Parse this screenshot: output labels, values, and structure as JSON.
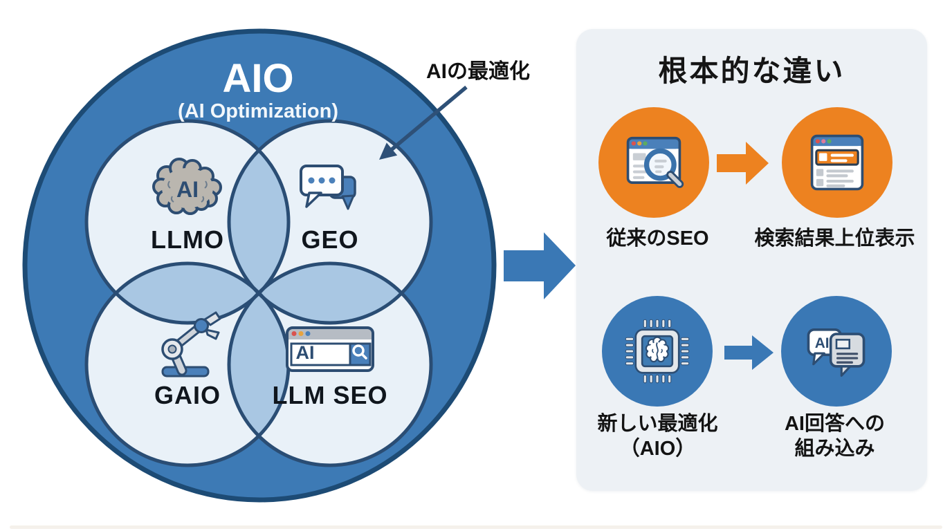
{
  "venn": {
    "title": "AIO",
    "subtitle": "(AI Optimization)",
    "annotation": "AIの最適化",
    "circles": [
      {
        "label": "LLMO",
        "icon": "brain-ai-icon",
        "icon_text": "AI"
      },
      {
        "label": "GEO",
        "icon": "chat-bubbles-icon"
      },
      {
        "label": "GAIO",
        "icon": "robot-arm-icon"
      },
      {
        "label": "LLM SEO",
        "icon": "browser-ai-search-icon",
        "icon_text": "AI"
      }
    ]
  },
  "comparison": {
    "title": "根本的な違い",
    "row1": {
      "from": "従来のSEO",
      "to": "検索結果上位表示",
      "from_icon": "browser-magnifier-icon",
      "to_icon": "search-results-icon",
      "accent": "#ED8220"
    },
    "row2": {
      "from_line1": "新しい最適化",
      "from_line2": "（AIO）",
      "to_line1": "AI回答への",
      "to_line2": "組み込み",
      "from_icon": "chip-brain-icon",
      "to_icon": "ai-chat-document-icon",
      "ai_label": "AI",
      "accent": "#3A78B5"
    }
  },
  "colors": {
    "big_circle_fill": "#3D7AB5",
    "dark_navy_stroke": "#1D4B75",
    "inner_circle_fill": "#E9F1F8",
    "overlap_petal": "#A9C7E3",
    "icon_stroke": "#2D4D72",
    "icon_blue": "#4A80BA",
    "orange_accent": "#ED8220",
    "blue_accent": "#3A78B5",
    "panel_background": "#EDF1F5"
  }
}
